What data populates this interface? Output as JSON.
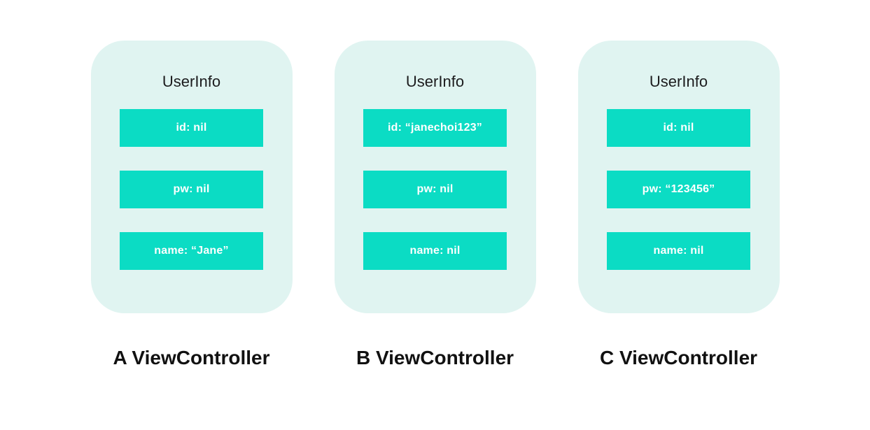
{
  "colors": {
    "accent": "#0bdcc4",
    "card_background": "#e0f4f1",
    "title_text": "#1c1c1e",
    "field_text": "#ffffff",
    "label_text": "#111111",
    "page_background": "#ffffff"
  },
  "cards": [
    {
      "title": "UserInfo",
      "fields": [
        "id: nil",
        "pw: nil",
        "name: “Jane”"
      ],
      "label": "A ViewController"
    },
    {
      "title": "UserInfo",
      "fields": [
        "id: “janechoi123”",
        "pw: nil",
        "name: nil"
      ],
      "label": "B ViewController"
    },
    {
      "title": "UserInfo",
      "fields": [
        "id: nil",
        "pw: “123456”",
        "name: nil"
      ],
      "label": "C ViewController"
    }
  ]
}
